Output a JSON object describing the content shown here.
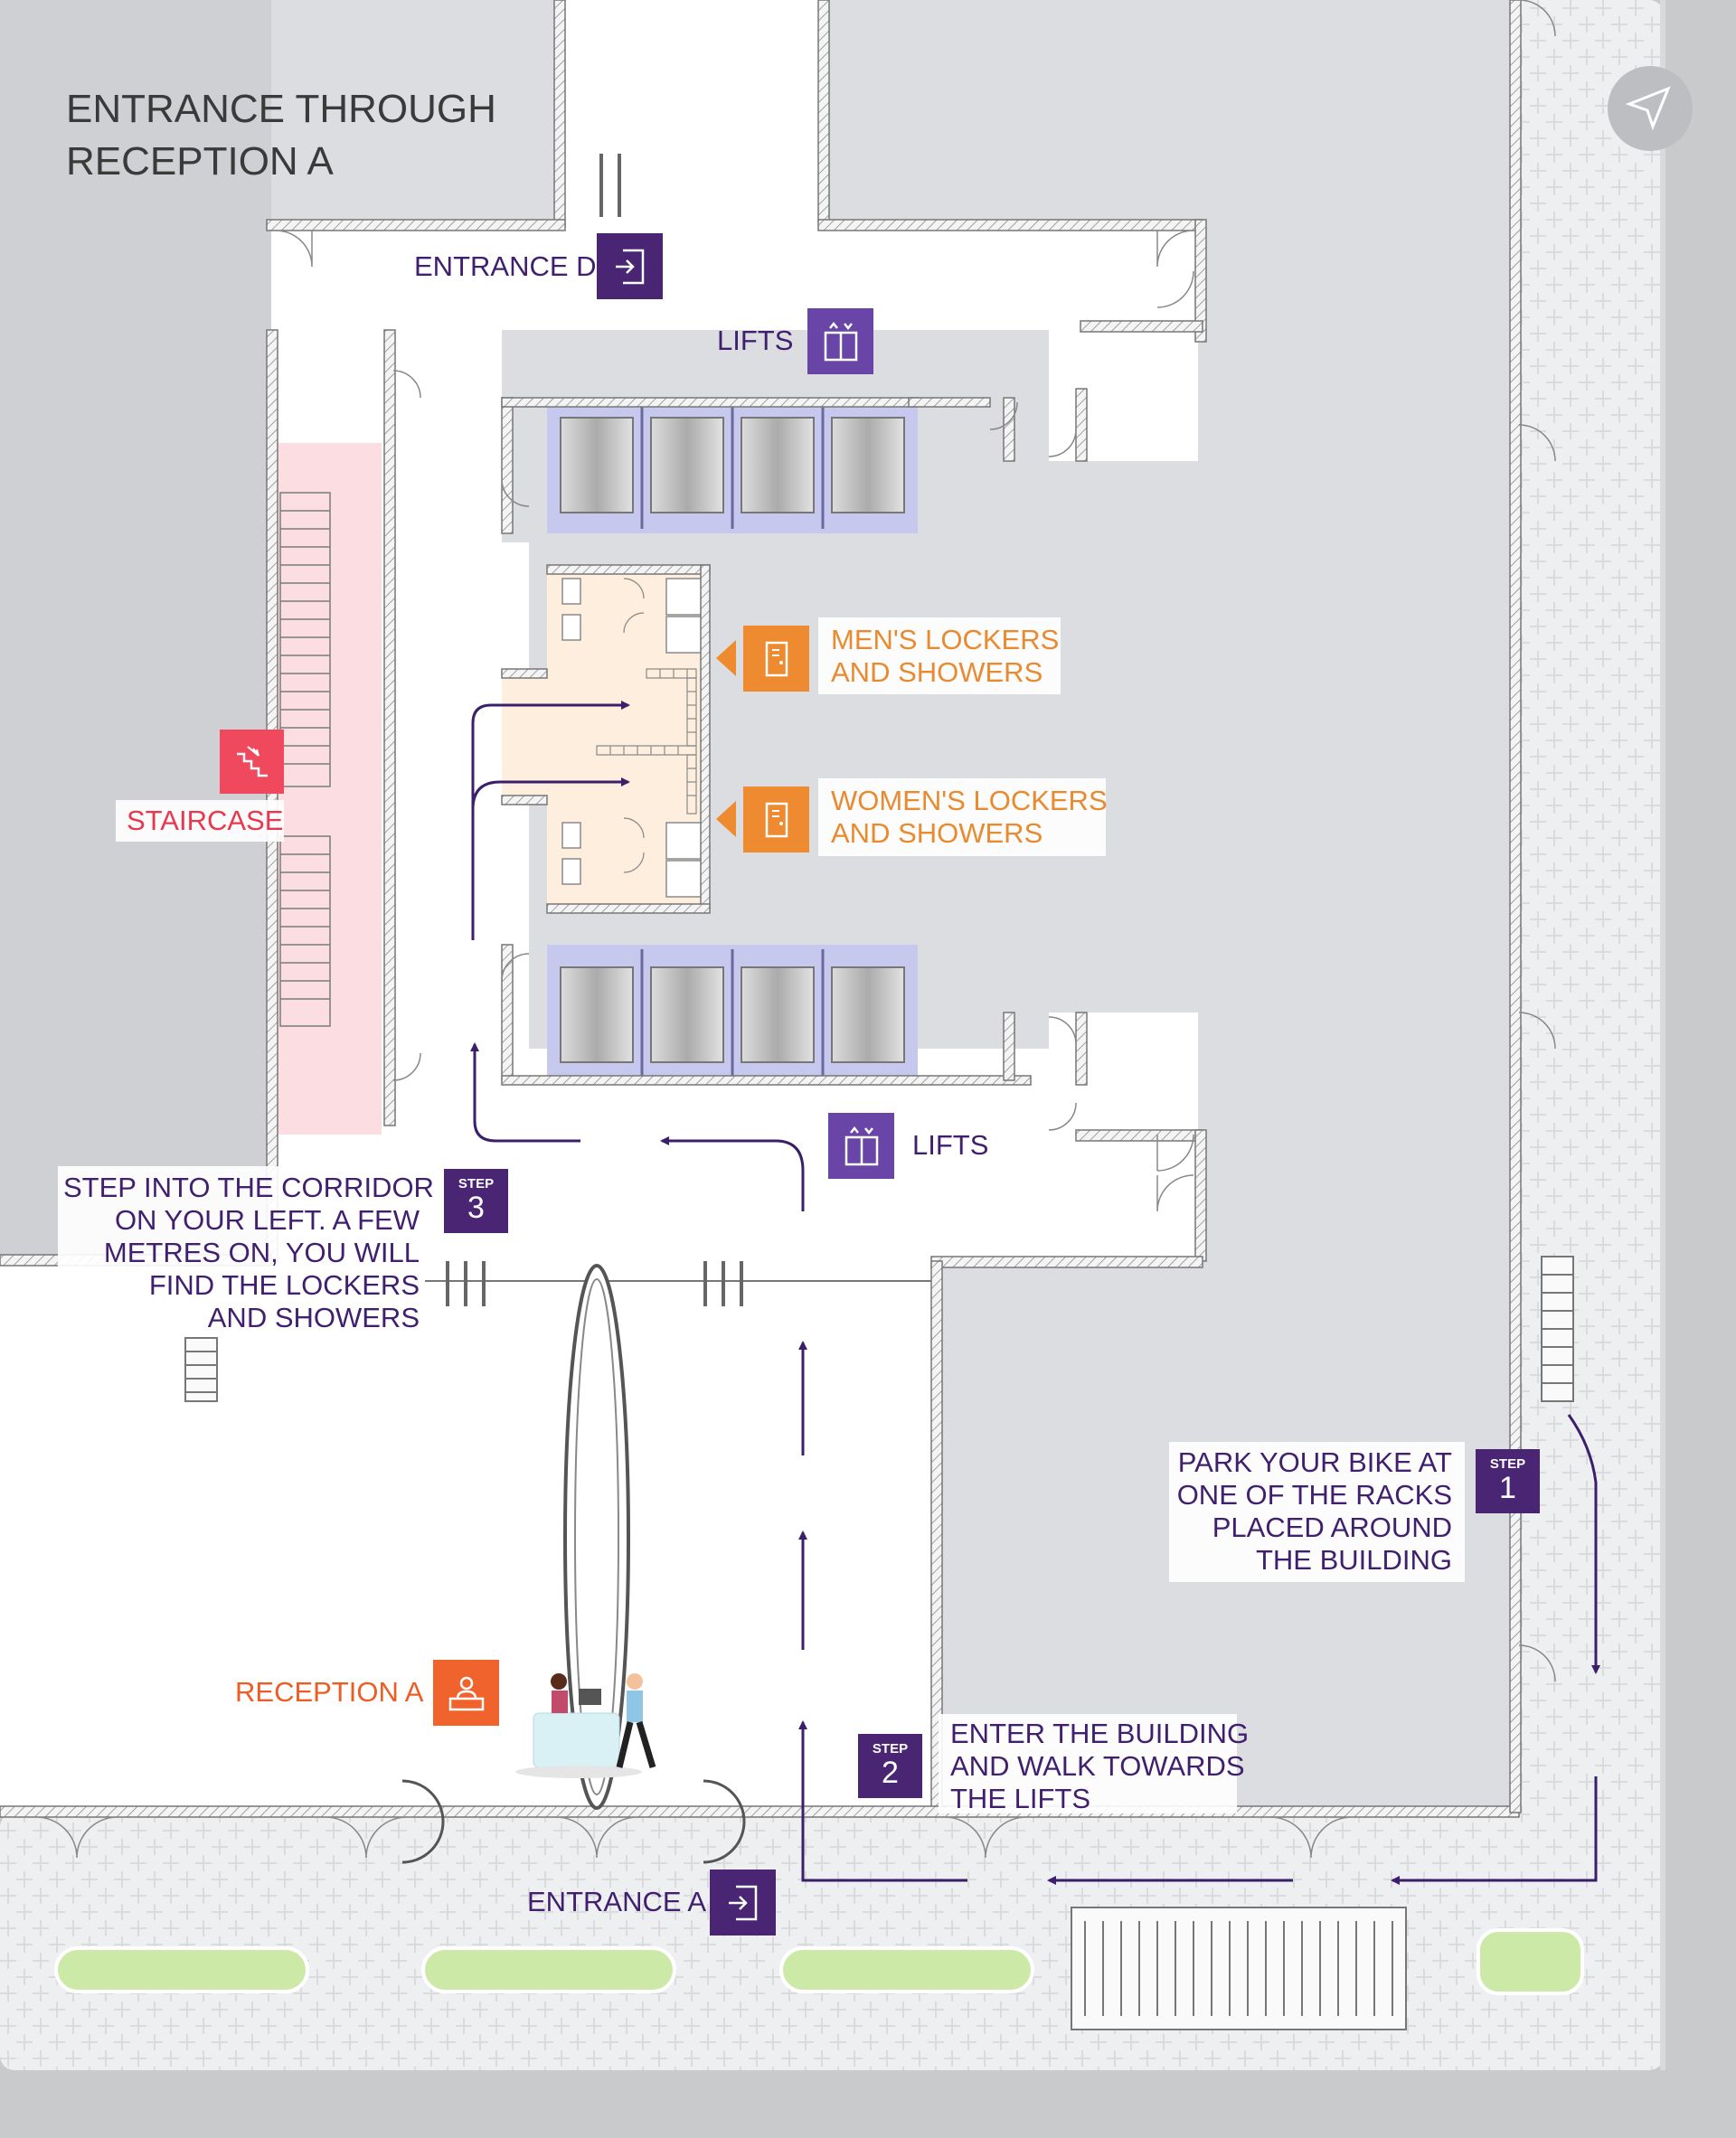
{
  "title_lines": [
    "ENTRANCE THROUGH",
    "RECEPTION A"
  ],
  "labels": {
    "entrance_d": "ENTRANCE D",
    "entrance_a": "ENTRANCE A",
    "lifts_top": "LIFTS",
    "lifts_bottom": "LIFTS",
    "staircase": "STAIRCASE",
    "reception": "RECEPTION A",
    "mens_lockers": [
      "MEN'S LOCKERS",
      "AND SHOWERS"
    ],
    "womens_lockers": [
      "WOMEN'S LOCKERS",
      "AND SHOWERS"
    ]
  },
  "steps": [
    {
      "tag": "STEP",
      "number": "1",
      "text": [
        "PARK YOUR BIKE AT",
        "ONE OF THE RACKS",
        "PLACED AROUND",
        "THE BUILDING"
      ]
    },
    {
      "tag": "STEP",
      "number": "2",
      "text": [
        "ENTER THE BUILDING",
        "AND WALK TOWARDS",
        "THE LIFTS"
      ]
    },
    {
      "tag": "STEP",
      "number": "3",
      "text": [
        "STEP INTO THE CORRIDOR",
        "ON YOUR LEFT. A FEW",
        "METRES ON, YOU WILL",
        "FIND THE LOCKERS",
        "AND SHOWERS"
      ]
    }
  ],
  "icons": {
    "compass": "compass-arrow-icon",
    "entrance": "entrance-door-icon",
    "lifts": "lift-icon",
    "staircase": "stairs-icon",
    "lockers": "locker-door-icon",
    "reception": "reception-desk-icon"
  },
  "colors": {
    "brand_purple": "#4a2574",
    "lockers_orange": "#ee8a2f",
    "staircase_red": "#f0485d",
    "reception_orange": "#f1632c",
    "route_purple": "#3b1f6b",
    "greenery": "#cde9a8"
  }
}
